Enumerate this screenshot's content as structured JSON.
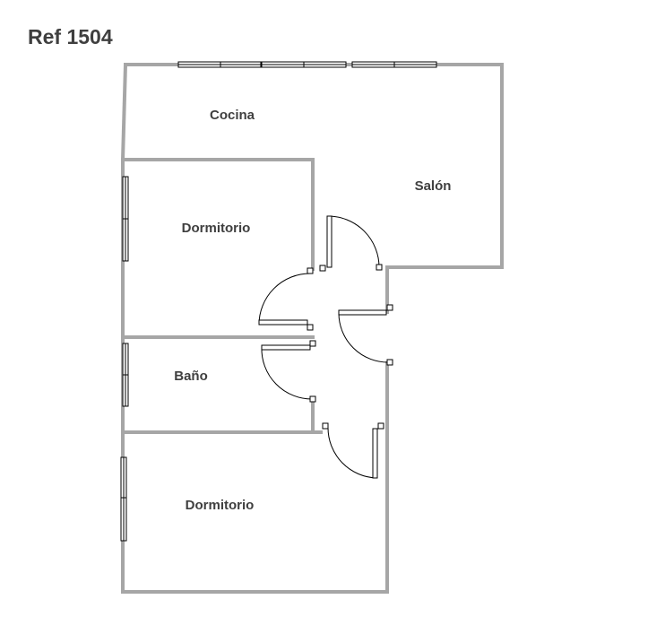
{
  "reference": "Ref 1504",
  "colors": {
    "wall": "#a6a6a6",
    "line": "#000000",
    "label": "#3f3f3f",
    "background": "#ffffff"
  },
  "rooms": {
    "cocina": "Cocina",
    "salon": "Salón",
    "dormitorio_1": "Dormitorio",
    "bano": "Baño",
    "dormitorio_2": "Dormitorio"
  }
}
